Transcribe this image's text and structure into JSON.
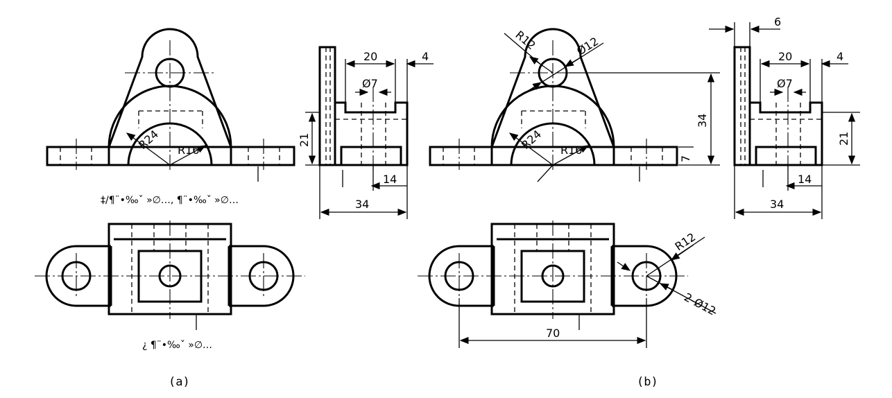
{
  "figure_a": {
    "caption": "(a)",
    "front_view_label": "‡/¶¨•‰ˇ »∅…, ¶¨•‰ˇ »∅…",
    "top_view_label": "¿ ¶¨•‰ˇ »∅…",
    "dims": {
      "r24": "R24",
      "r16": "R16",
      "w20": "20",
      "w4": "4",
      "d7": "Ø7",
      "h21": "21",
      "w14": "14",
      "w34": "34"
    }
  },
  "figure_b": {
    "caption": "(b)",
    "dims": {
      "r12_top": "R12",
      "d12_top": "Ø12",
      "r24": "R24",
      "r16": "R16",
      "h34": "34",
      "h7": "7",
      "w6": "6",
      "w20": "20",
      "w4": "4",
      "d7": "Ø7",
      "h21": "21",
      "w14": "14",
      "w34": "34",
      "r12_plan": "R12",
      "d12_2x": "2-Ø12",
      "w70": "70"
    }
  }
}
